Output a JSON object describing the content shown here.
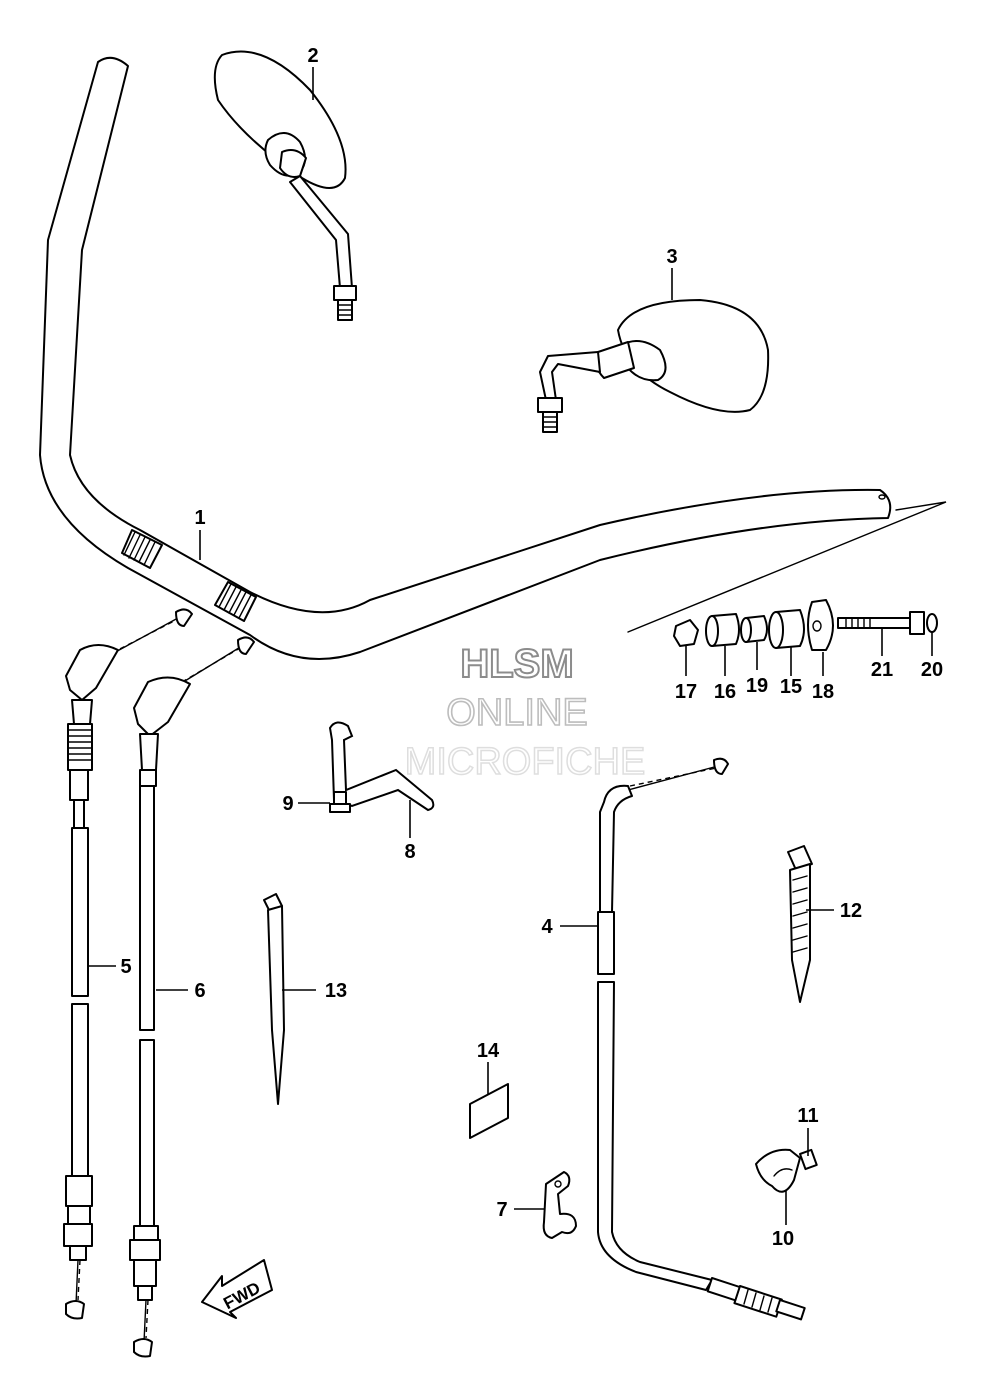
{
  "diagram": {
    "watermark": {
      "line1": "HLSM",
      "line2": "ONLINE",
      "line3": "MICROFICHE"
    },
    "direction_label": "FWD",
    "callouts": {
      "c1": "1",
      "c2": "2",
      "c3": "3",
      "c4": "4",
      "c5": "5",
      "c6": "6",
      "c7": "7",
      "c8": "8",
      "c9": "9",
      "c10": "10",
      "c11": "11",
      "c12": "12",
      "c13": "13",
      "c14": "14",
      "c15": "15",
      "c16": "16",
      "c17": "17",
      "c18": "18",
      "c19": "19",
      "c20": "20",
      "c21": "21"
    }
  }
}
